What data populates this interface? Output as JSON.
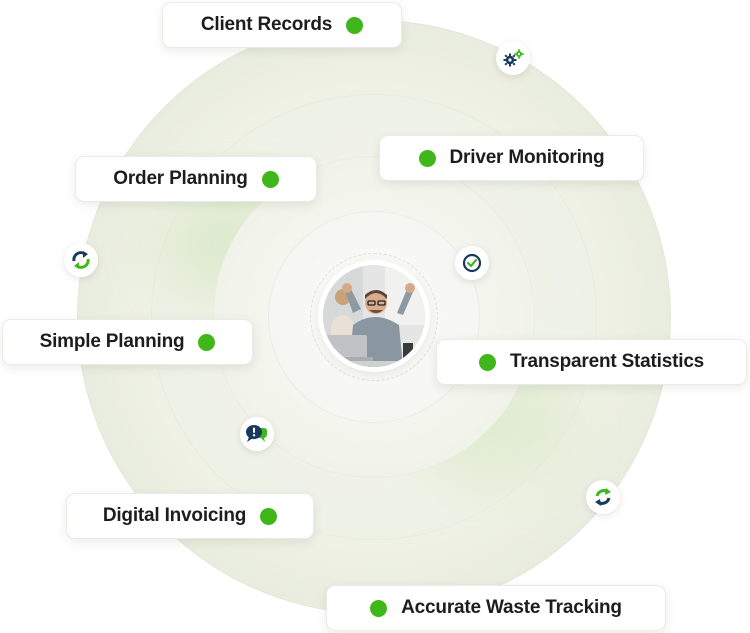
{
  "features": {
    "client_records": "Client Records",
    "order_planning": "Order Planning",
    "driver_monitoring": "Driver Monitoring",
    "simple_planning": "Simple Planning",
    "transparent_statistics": "Transparent Statistics",
    "digital_invoicing": "Digital Invoicing",
    "accurate_waste_tracking": "Accurate Waste Tracking"
  },
  "icons": {
    "top_right": "gears-icon",
    "left": "sync-arrows-icon",
    "center_right": "clock-icon",
    "lower_left": "chat-alert-icon",
    "lower_right": "refresh-arrows-icon"
  },
  "colors": {
    "accent_green": "#3fb71a",
    "icon_navy": "#173a5e",
    "label_text": "#1d1d1f"
  }
}
